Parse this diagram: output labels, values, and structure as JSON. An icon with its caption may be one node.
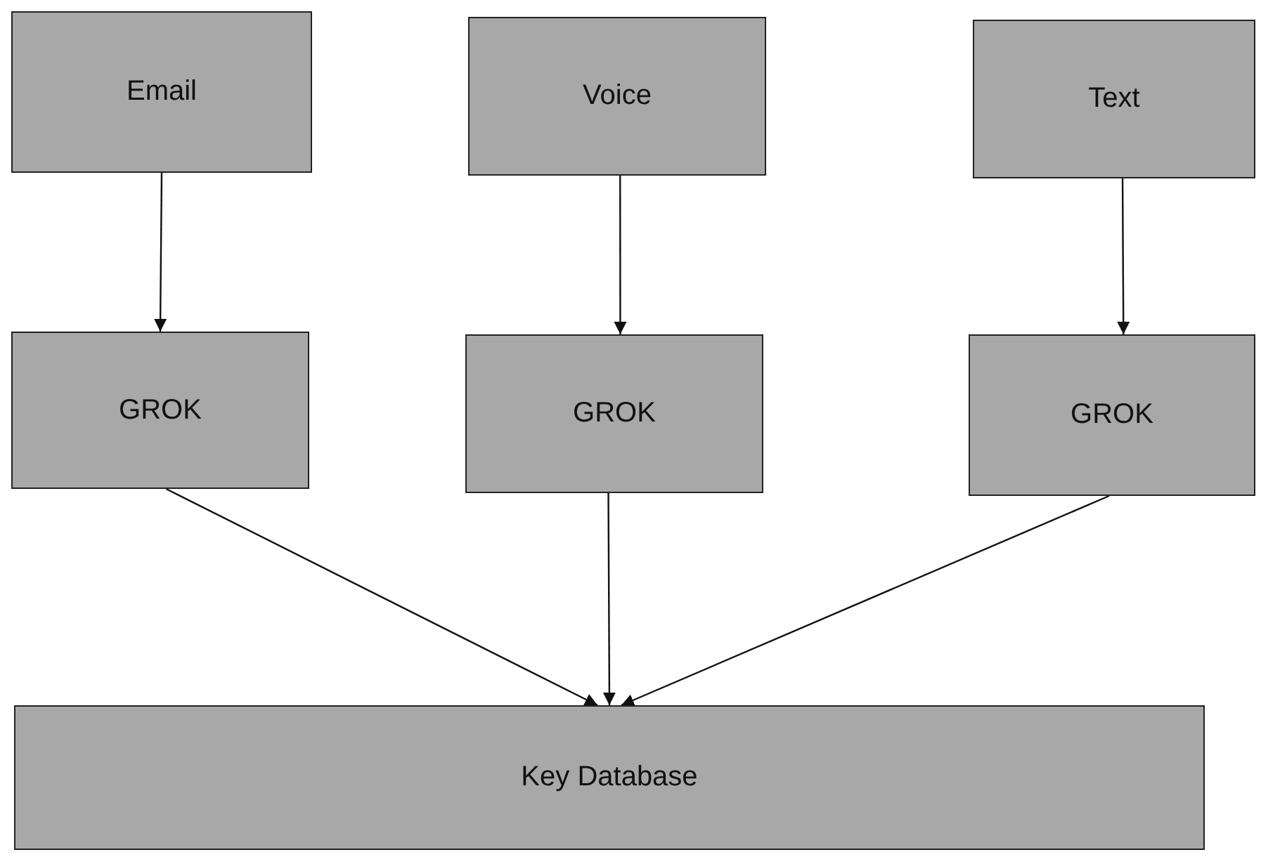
{
  "diagram": {
    "nodes": [
      {
        "text": [
          "Email"
        ]
      },
      {
        "text": [
          "Voice"
        ]
      },
      {
        "text": [
          "Text"
        ]
      },
      {
        "text": [
          "GROK"
        ]
      },
      {
        "text": [
          "GROK"
        ]
      },
      {
        "text": [
          "GROK"
        ]
      },
      {
        "text": [
          "Key Database"
        ]
      }
    ],
    "edges": [
      {
        "from": 0,
        "to": 3,
        "arrow": "to"
      },
      {
        "from": 1,
        "to": 4,
        "arrow": "to"
      },
      {
        "from": 2,
        "to": 5,
        "arrow": "to"
      },
      {
        "from": 3,
        "to": 6,
        "arrow": "to"
      },
      {
        "from": 4,
        "to": 6,
        "arrow": "to"
      },
      {
        "from": 5,
        "to": 6,
        "arrow": "to"
      }
    ]
  }
}
